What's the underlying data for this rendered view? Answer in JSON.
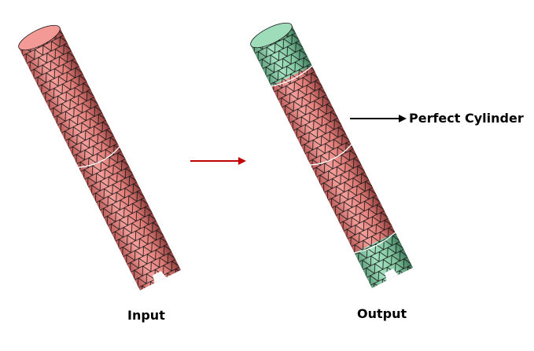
{
  "labels": {
    "input": "Input",
    "output": "Output",
    "annotation": "Perfect Cylinder"
  },
  "colors": {
    "mesh_red": "#f08c88",
    "mesh_green": "#8fd6ae",
    "arrow_red": "#c00000",
    "arrow_black": "#000000"
  }
}
